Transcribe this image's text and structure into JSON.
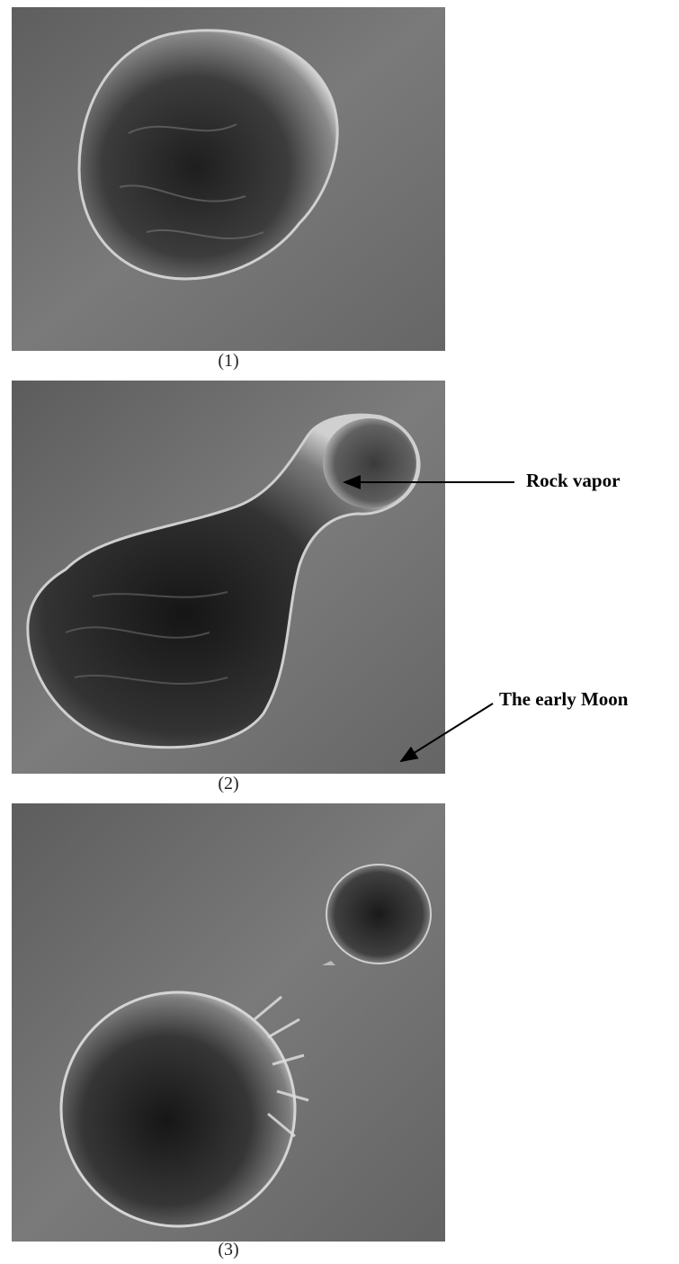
{
  "panels": [
    {
      "caption": "(1)"
    },
    {
      "caption": "(2)"
    },
    {
      "caption": "(3)"
    }
  ],
  "labels": {
    "rock_vapor": "Rock vapor",
    "early_moon": "The early Moon"
  },
  "colors": {
    "background_space": "#6e6e6e",
    "body_dark": "#1c1c1c",
    "body_mid": "#4a4a4a",
    "body_rim": "#d8d8d8",
    "arrow": "#000000"
  }
}
